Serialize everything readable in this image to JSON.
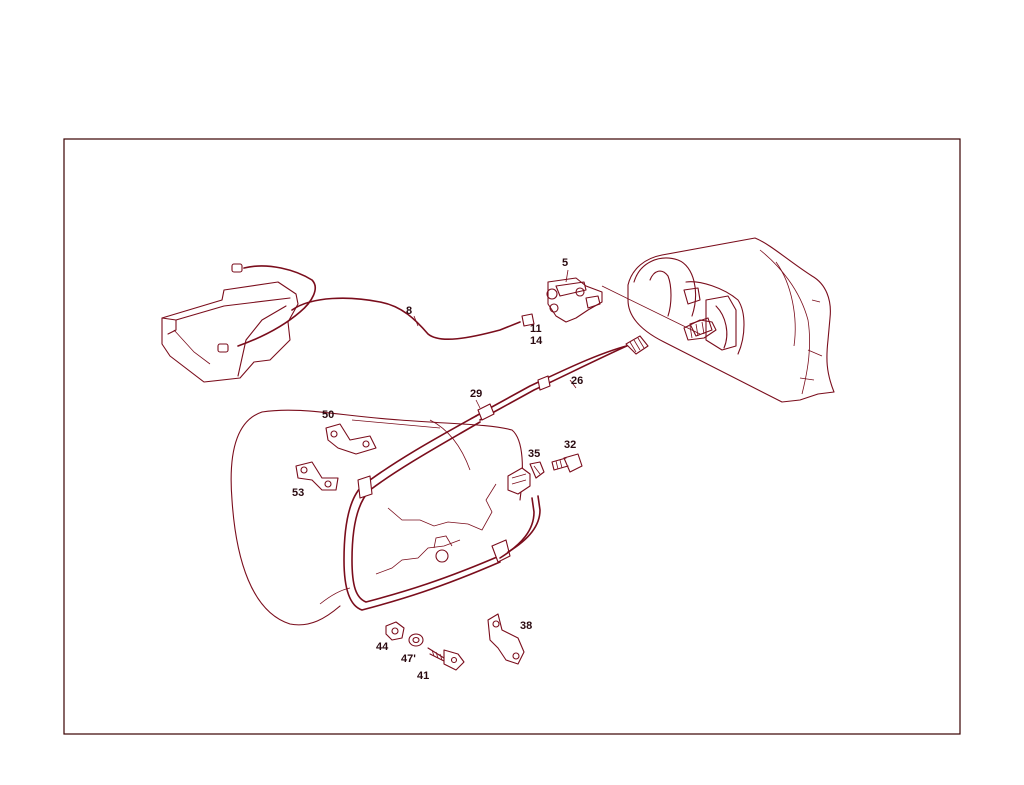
{
  "diagram": {
    "callouts": [
      {
        "id": "c5",
        "text": "5"
      },
      {
        "id": "c8",
        "text": "8"
      },
      {
        "id": "c11",
        "text": "11"
      },
      {
        "id": "c14",
        "text": "14"
      },
      {
        "id": "c26",
        "text": "26"
      },
      {
        "id": "c29",
        "text": "29"
      },
      {
        "id": "c32",
        "text": "32"
      },
      {
        "id": "c35",
        "text": "35"
      },
      {
        "id": "c38",
        "text": "38"
      },
      {
        "id": "c41",
        "text": "41"
      },
      {
        "id": "c44",
        "text": "44"
      },
      {
        "id": "c47",
        "text": "47'"
      },
      {
        "id": "c50",
        "text": "50"
      },
      {
        "id": "c53",
        "text": "53"
      }
    ],
    "colors": {
      "line": "#7a0d1c",
      "frame": "#3a0000",
      "text": "#2a0a10"
    }
  }
}
